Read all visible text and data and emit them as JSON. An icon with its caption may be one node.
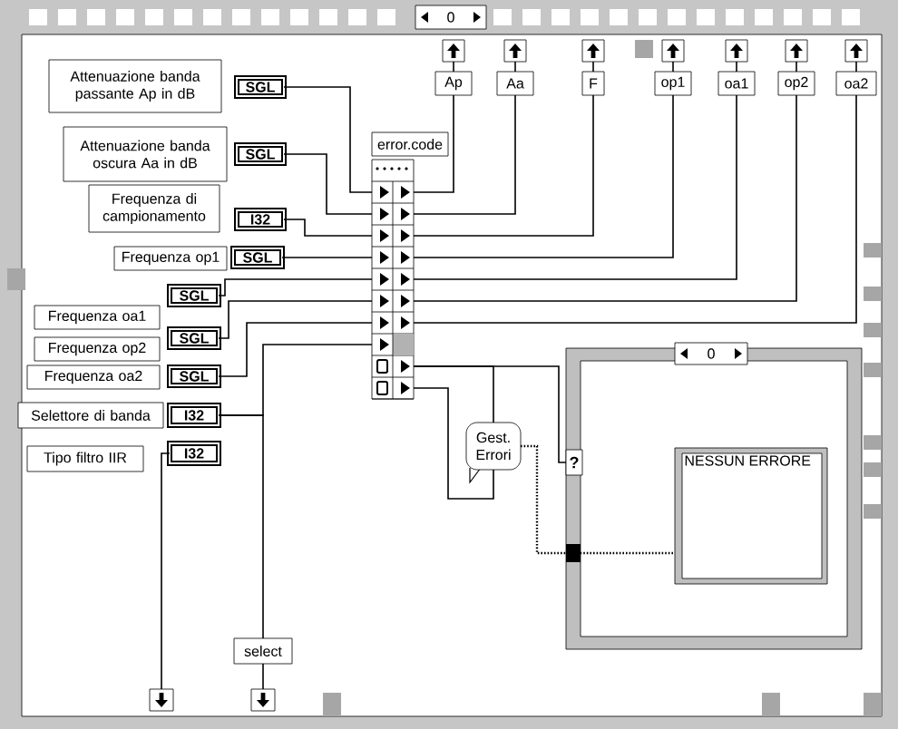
{
  "diagram": {
    "nodes": [
      {
        "text": [
          "SGL"
        ],
        "beside": [
          "Attenuazione banda passante Ap in dB"
        ]
      },
      {
        "text": [
          "SGL"
        ],
        "beside": [
          "Attenuazione banda oscura Aa in dB"
        ]
      },
      {
        "text": [
          "I32"
        ],
        "beside": [
          "Frequenza di campionamento"
        ]
      },
      {
        "text": [
          "SGL"
        ],
        "beside": [
          "Frequenza op1"
        ]
      },
      {
        "text": [
          "SGL"
        ],
        "beside": [
          "Frequenza oa1"
        ]
      },
      {
        "text": [
          "SGL"
        ],
        "beside": [
          "Frequenza op2"
        ]
      },
      {
        "text": [
          "SGL"
        ],
        "beside": [
          "Frequenza oa2"
        ]
      },
      {
        "text": [
          "I32"
        ],
        "beside": [
          "Selettore di banda"
        ]
      },
      {
        "text": [
          "I32"
        ],
        "beside": [
          "Tipo filtro IIR"
        ]
      },
      {
        "text": [],
        "shape": "box"
      },
      {
        "text": [
          "error.code"
        ]
      },
      {
        "text": [
          "Ap"
        ]
      },
      {
        "text": [
          "Aa"
        ]
      },
      {
        "text": [
          "F"
        ]
      },
      {
        "text": [
          "op1"
        ]
      },
      {
        "text": [
          "oa1"
        ]
      },
      {
        "text": [
          "op2"
        ]
      },
      {
        "text": [
          "oa2"
        ]
      },
      {
        "text": [
          "Gest. Errori"
        ]
      },
      {
        "text": [],
        "shape": "box"
      },
      {
        "text": [
          "NESSUN ERRORE"
        ],
        "in": 19
      },
      {
        "text": [
          "select"
        ]
      },
      {
        "text": [],
        "shape": "box"
      },
      {
        "text": [],
        "shape": "box"
      },
      {
        "text": [
          "?"
        ],
        "in": 19
      },
      {
        "text": [],
        "shape": "box"
      },
      {
        "text": [],
        "shape": "box"
      },
      {
        "text": [],
        "shape": "box"
      },
      {
        "text": [],
        "shape": "box"
      },
      {
        "text": [],
        "shape": "box"
      },
      {
        "text": [],
        "shape": "box"
      },
      {
        "text": [],
        "shape": "box"
      },
      {
        "text": [
          "0"
        ]
      }
    ],
    "edges": [
      {
        "from": 0,
        "to": 9,
        "arrow": "none"
      },
      {
        "from": 1,
        "to": 9,
        "arrow": "none"
      },
      {
        "from": 2,
        "to": 9,
        "arrow": "none"
      },
      {
        "from": 3,
        "to": 9,
        "arrow": "none"
      },
      {
        "from": 4,
        "to": 9,
        "arrow": "none"
      },
      {
        "from": 5,
        "to": 9,
        "arrow": "none"
      },
      {
        "from": 6,
        "to": 9,
        "arrow": "none"
      },
      {
        "from": 7,
        "to": 9,
        "arrow": "none"
      },
      {
        "from": 9,
        "to": 11,
        "arrow": "none"
      },
      {
        "from": 9,
        "to": 12,
        "arrow": "none"
      },
      {
        "from": 9,
        "to": 13,
        "arrow": "none"
      },
      {
        "from": 9,
        "to": 14,
        "arrow": "none"
      },
      {
        "from": 9,
        "to": 15,
        "arrow": "none"
      },
      {
        "from": 9,
        "to": 16,
        "arrow": "none"
      },
      {
        "from": 9,
        "to": 17,
        "arrow": "none"
      },
      {
        "from": 9,
        "to": 18,
        "arrow": "none"
      },
      {
        "from": 9,
        "to": 18,
        "arrow": "none"
      },
      {
        "from": 9,
        "to": 24,
        "arrow": "none"
      },
      {
        "from": 18,
        "to": 20,
        "arrow": "none",
        "style": "dashed"
      },
      {
        "from": 7,
        "to": 21,
        "arrow": "none"
      },
      {
        "from": 21,
        "to": 23,
        "arrow": "none"
      },
      {
        "from": 8,
        "to": 22,
        "arrow": "none"
      },
      {
        "from": 11,
        "to": 25,
        "arrow": "none"
      },
      {
        "from": 12,
        "to": 26,
        "arrow": "none"
      },
      {
        "from": 13,
        "to": 27,
        "arrow": "none"
      },
      {
        "from": 14,
        "to": 28,
        "arrow": "none"
      },
      {
        "from": 15,
        "to": 29,
        "arrow": "none"
      },
      {
        "from": 16,
        "to": 30,
        "arrow": "none"
      },
      {
        "from": 17,
        "to": 31,
        "arrow": "none"
      }
    ],
    "labels": [
      "0"
    ]
  }
}
